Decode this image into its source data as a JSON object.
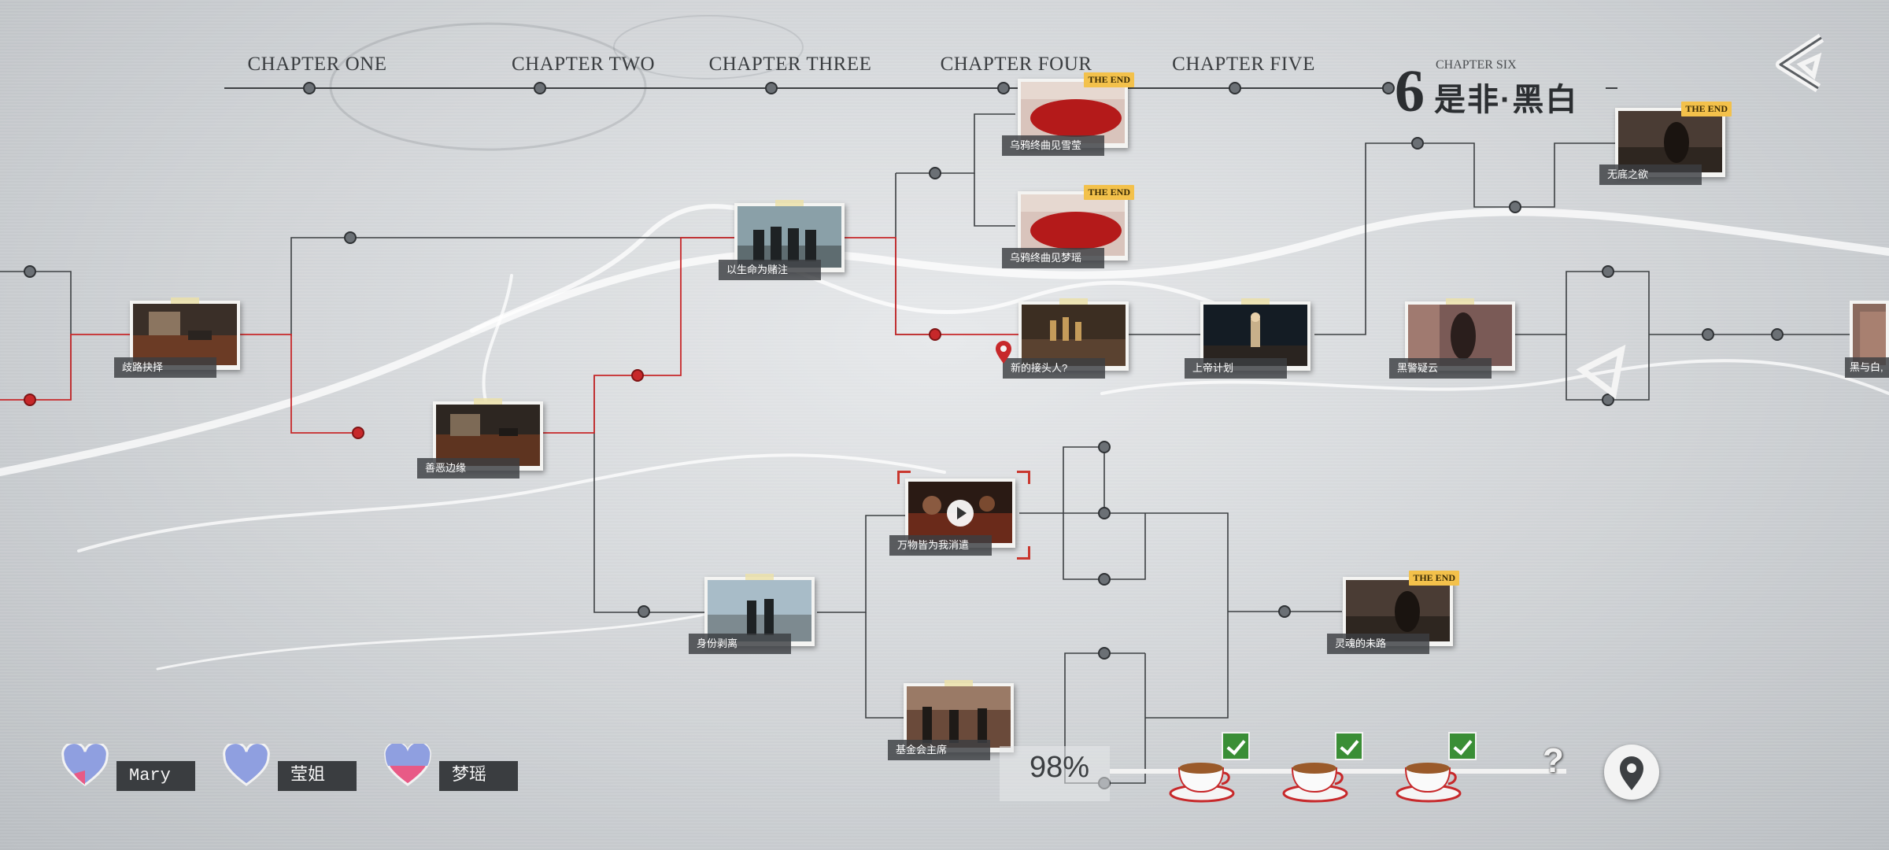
{
  "chapters": {
    "one": "CHAPTER ONE",
    "two": "CHAPTER TWO",
    "three": "CHAPTER THREE",
    "four": "CHAPTER FOUR",
    "five": "CHAPTER FIVE",
    "six": {
      "number": "6",
      "label": "CHAPTER SIX",
      "title": "是非·黑白"
    }
  },
  "end_badge": "THE END",
  "nodes": {
    "n1": "歧路抉择",
    "n2": "善恶边缘",
    "n3": "以生命为赌注",
    "n4": "身份剥离",
    "n5": "乌鸦终曲见雪莹",
    "n6": "乌鸦终曲见梦瑶",
    "n7": "新的接头人?",
    "n8": "万物皆为我消遣",
    "n9": "基金会主席",
    "n10": "上帝计划",
    "n11": "黑警疑云",
    "n12": "灵魂的未路",
    "n13": "无底之欲",
    "n14": "黑与白,"
  },
  "affinity": [
    {
      "name": "Mary"
    },
    {
      "name": "莹姐"
    },
    {
      "name": "梦瑶"
    }
  ],
  "progress": {
    "percent_label": "98%",
    "unknown": "?",
    "cups_checked": 3
  },
  "colors": {
    "active_path": "#c7282a",
    "path": "#3d4043",
    "end_badge": "#f3c14b",
    "check": "#3a8e36"
  },
  "icons": {
    "back": "back-arrow-icon",
    "map": "map-pin-icon",
    "play": "play-icon"
  }
}
